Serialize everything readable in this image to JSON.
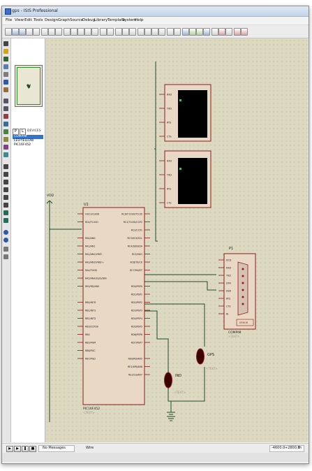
{
  "window": {
    "title": "gps - ISIS Professional"
  },
  "menu": [
    "File",
    "View",
    "Edit",
    "Tools",
    "Design",
    "Graph",
    "Source",
    "Debug",
    "Library",
    "Template",
    "System",
    "Help"
  ],
  "panel": {
    "pick_buttons": [
      "P",
      "L"
    ],
    "header": "DEVICES",
    "devices": [
      "COMPIM",
      "LED-YELLOW",
      "PIC16F452"
    ],
    "selected_index": 0
  },
  "schematic": {
    "vdd_label": "VDD",
    "mcu": {
      "ref": "U1",
      "part": "PIC16F452",
      "sub": "<TEXT>",
      "left_pins": [
        "OSC1/CLKIN",
        "RC0/T1OSO",
        "",
        "RA0/AN0",
        "RA1/AN1",
        "RA2/AN2/VREF-",
        "RA3/AN3/VREF+",
        "RA4/T0CKI",
        "RA5/AN4/SS/LVDIN",
        "RE0/RD/AN5",
        "",
        "RB0/INT0",
        "RB1/INT1",
        "RB2/INT2",
        "RB3/CCP2B",
        "RB4",
        "RB5/PGM",
        "RB6/PGC",
        "RB7/PGD"
      ],
      "right_pins": [
        "RC0/T1OSO/T1CKI",
        "RC1/T1OSI/CCP2",
        "RC2/CCP1",
        "RC3/SCK/SCL",
        "RC4/SDI/SDA",
        "RC5/SDO",
        "RC6/TX/CK",
        "RC7/RX/DT",
        "",
        "RD0/PSP0",
        "RD1/PSP1",
        "RD2/PSP2",
        "RD3/PSP3",
        "RD4/PSP4",
        "RD5/PSP5",
        "RD6/PSP6",
        "RD7/PSP7",
        "",
        "RE0/RD/AN5",
        "RE1/WR/AN6",
        "RE2/CS/AN7"
      ]
    },
    "terminal_pins": [
      "RXD",
      "TXD",
      "RTS",
      "CTS"
    ],
    "compim": {
      "ref": "P1",
      "part": "COMPIM",
      "sub": "<TEXT>",
      "pins": [
        "DCD",
        "RXD",
        "TXD",
        "DTR",
        "DSR",
        "RTS",
        "CTS",
        "RI"
      ],
      "block_label": "ERROR"
    },
    "led_ind": {
      "label": "IND",
      "sub": "<TEXT>"
    },
    "led_gps": {
      "label": "GPS",
      "sub": "<TEXT>"
    }
  },
  "status": {
    "messages": "No Messages",
    "mode": "Wire",
    "x": "-4600.0",
    "y": "+2800.0",
    "unit": "th"
  },
  "colors": {
    "canvas": "#ddd8c0",
    "wire": "#1f4d2a",
    "component_outline": "#8b1c1c",
    "component_fill": "#e8d8c4",
    "terminal_screen": "#000000",
    "led_body": "#3b0000",
    "selection": "#3373c9"
  },
  "icons": [
    "new-icon",
    "open-icon",
    "save-icon",
    "print-icon",
    "zoom-in-icon",
    "zoom-out-icon",
    "wire-icon",
    "component-icon",
    "play-icon",
    "step-icon",
    "pause-icon",
    "stop-icon"
  ]
}
